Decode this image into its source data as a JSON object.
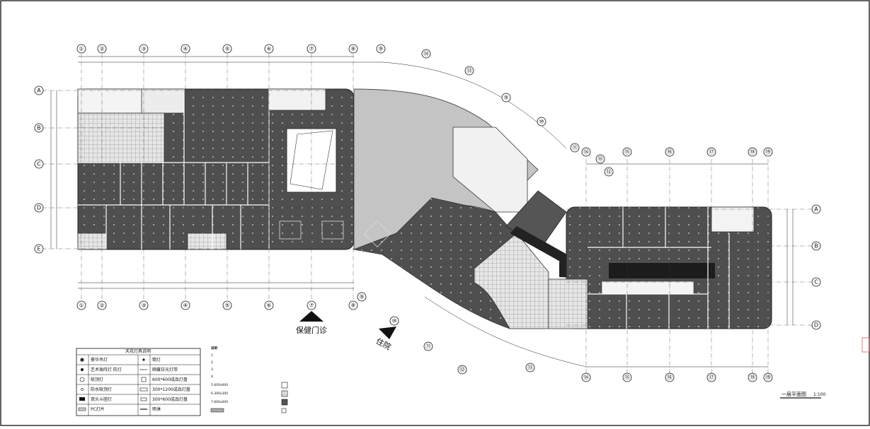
{
  "plan": {
    "title": "一层平面图",
    "scale": "1:100",
    "entrance_health": "保健门诊",
    "entrance_inpatient": "住院"
  },
  "grid_left": [
    "①",
    "②",
    "③",
    "④",
    "⑤",
    "⑥",
    "⑦",
    "⑧",
    "⑨"
  ],
  "grid_rows_left": [
    "A",
    "B",
    "C",
    "D",
    "E"
  ],
  "grid_right": [
    "⑭",
    "⑮",
    "⑯",
    "⑰",
    "⑱",
    "⑲"
  ],
  "grid_rows_right": [
    "A",
    "B",
    "C",
    "D"
  ],
  "grid_diagonal": [
    "⑨",
    "⑩",
    "⑪",
    "⑫",
    "⑬",
    "⑭",
    "⑮"
  ],
  "legend": {
    "title": "天花灯具说明",
    "items": [
      [
        "豪华吊灯",
        "筒灯"
      ],
      [
        "艺术珠阵灯 防灯",
        "暗藏日光灯带"
      ],
      [
        "吸顶灯",
        "600*600成品灯盘"
      ],
      [
        "防水吸顶灯",
        "300*1200成品灯盘"
      ],
      [
        "双头斗胆灯",
        "300*600成品灯盘"
      ],
      [
        "PC灯片",
        "喷淋"
      ]
    ]
  },
  "notes": {
    "title": "说明",
    "lines": [
      "1.",
      "2.",
      "3.",
      "4.",
      "5.600x600",
      "6.300x300",
      "7.600x600"
    ],
    "fire_label": ""
  },
  "colors": {
    "ceiling_dark": "#4f4f4f",
    "ceiling_light": "#c8c8c8",
    "ceiling_tile": "#dcdcdc",
    "red_stamp": "#d22222"
  }
}
